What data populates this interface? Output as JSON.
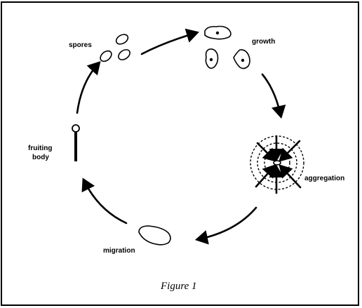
{
  "stages": {
    "spores": "spores",
    "growth": "growth",
    "aggregation": "aggregation",
    "migration": "migration",
    "fruiting_line1": "fruiting",
    "fruiting_line2": "body"
  },
  "caption": "Figure 1",
  "colors": {
    "ink": "#000000",
    "background": "#ffffff"
  }
}
